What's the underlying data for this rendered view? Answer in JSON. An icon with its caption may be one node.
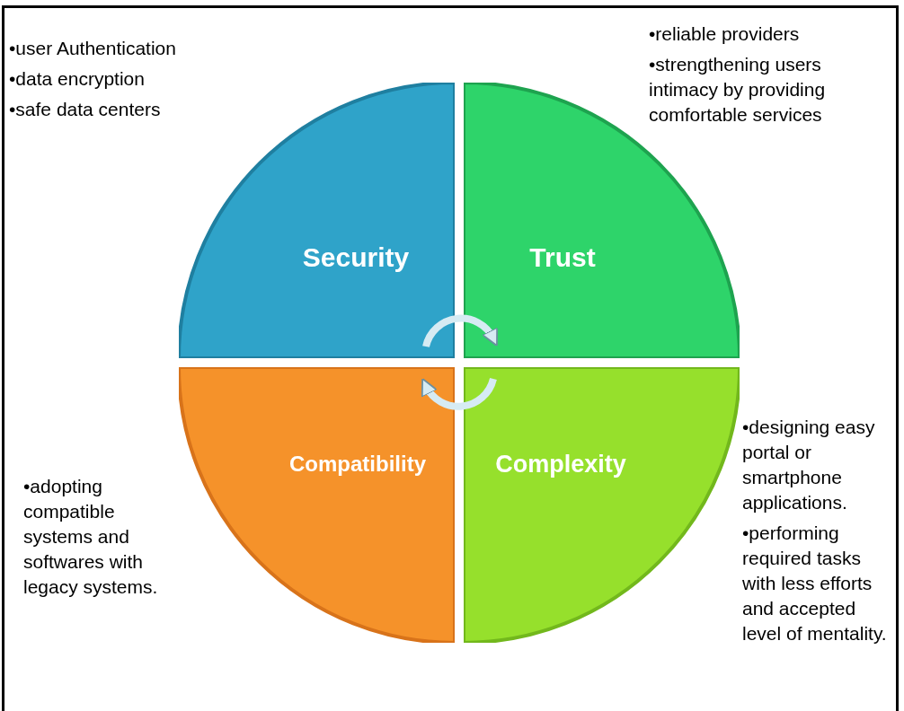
{
  "diagram": {
    "nodes": [
      {
        "text": [
          "Security"
        ],
        "beside": [
          "•user Authentication",
          "•data encryption",
          "•safe data centers"
        ]
      },
      {
        "text": [
          "Trust"
        ],
        "beside": [
          "•reliable providers",
          "•strengthening users intimacy by providing comfortable services"
        ]
      },
      {
        "text": [
          "Compatibility"
        ],
        "beside": [
          "•adopting compatible systems and softwares with legacy systems."
        ]
      },
      {
        "text": [
          "Complexity"
        ],
        "beside": [
          "•designing easy portal or smartphone applications.",
          "•performing required tasks with less efforts and accepted level of mentality."
        ]
      }
    ],
    "edges": [
      {
        "from": 0,
        "to": 1,
        "arrow": "to"
      },
      {
        "from": 3,
        "to": 2,
        "arrow": "to"
      }
    ]
  }
}
